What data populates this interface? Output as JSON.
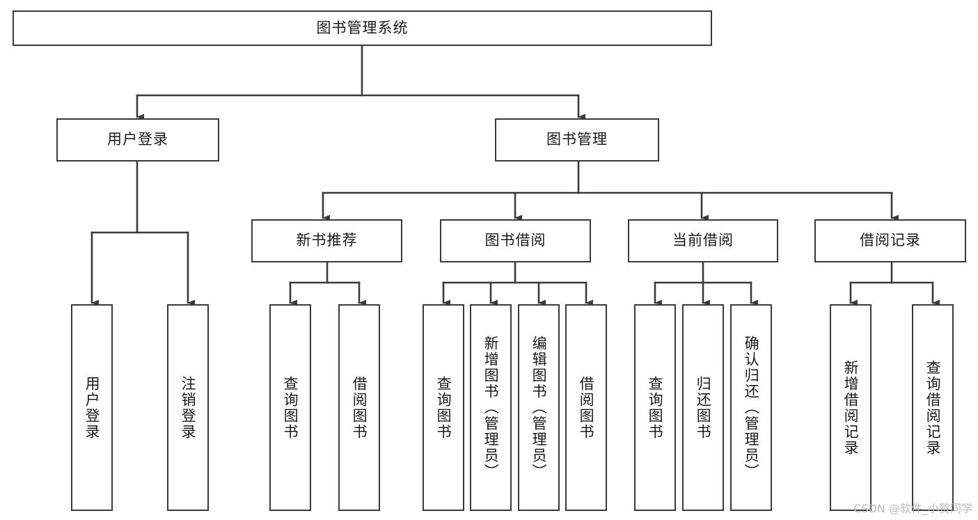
{
  "diagram": {
    "title": "图书管理系统",
    "type": "tree-hierarchy",
    "watermark": "CSDN @软件_小贺同学",
    "colors": {
      "stroke": "#3a3a3a",
      "fill": "#ffffff",
      "text": "#1a1a1a",
      "watermark": "#b9b9b9"
    },
    "nodes": {
      "root": {
        "label": "图书管理系统",
        "level": 1,
        "orientation": "horizontal"
      },
      "level2": [
        {
          "id": "user-login",
          "label": "用户登录"
        },
        {
          "id": "book-manage",
          "label": "图书管理"
        }
      ],
      "level3": [
        {
          "id": "new-book-recommend",
          "label": "新书推荐"
        },
        {
          "id": "book-borrow",
          "label": "图书借阅"
        },
        {
          "id": "current-borrow",
          "label": "当前借阅"
        },
        {
          "id": "borrow-record",
          "label": "借阅记录"
        }
      ],
      "leaves": [
        {
          "id": "leaf-user-login",
          "label": "用户登录",
          "parent": "user-login"
        },
        {
          "id": "leaf-user-logout",
          "label": "注销登录",
          "parent": "user-login"
        },
        {
          "id": "leaf-query-book-1",
          "label": "查询图书",
          "parent": "new-book-recommend"
        },
        {
          "id": "leaf-borrow-book-1",
          "label": "借阅图书",
          "parent": "new-book-recommend"
        },
        {
          "id": "leaf-query-book-2",
          "label": "查询图书",
          "parent": "book-borrow"
        },
        {
          "id": "leaf-add-book",
          "label": "新增图书（管理员）",
          "parent": "book-borrow"
        },
        {
          "id": "leaf-edit-book",
          "label": "编辑图书（管理员）",
          "parent": "book-borrow"
        },
        {
          "id": "leaf-borrow-book-2",
          "label": "借阅图书",
          "parent": "book-borrow"
        },
        {
          "id": "leaf-query-book-3",
          "label": "查询图书",
          "parent": "current-borrow"
        },
        {
          "id": "leaf-return-book",
          "label": "归还图书",
          "parent": "current-borrow"
        },
        {
          "id": "leaf-confirm-return",
          "label": "确认归还（管理员）",
          "parent": "current-borrow"
        },
        {
          "id": "leaf-add-record",
          "label": "新增借阅记录",
          "parent": "borrow-record"
        },
        {
          "id": "leaf-query-record",
          "label": "查询借阅记录",
          "parent": "borrow-record"
        }
      ]
    }
  }
}
